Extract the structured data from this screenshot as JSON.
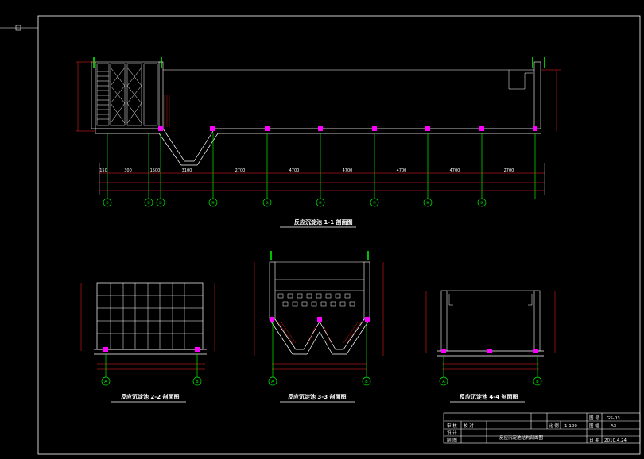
{
  "sections": {
    "s11": {
      "title": "反应沉淀池 1-1 剖面图"
    },
    "s22": {
      "title": "反应沉淀池 2-2 剖面图"
    },
    "s33": {
      "title": "反应沉淀池 3-3 剖面图"
    },
    "s44": {
      "title": "反应沉淀池 4-4 剖面图"
    }
  },
  "axes_11": [
    "①",
    "②",
    "③",
    "④",
    "⑤",
    "⑥",
    "⑦",
    "⑧",
    "⑨"
  ],
  "axes_22": [
    "A",
    "B"
  ],
  "axes_33": [
    "A",
    "B"
  ],
  "axes_44": [
    "A",
    "B"
  ],
  "dims_11": [
    "150",
    "300",
    "1500",
    "3100",
    "2700",
    "4700",
    "4700",
    "4700",
    "4700",
    "2700"
  ],
  "titleblock": {
    "scale_label": "比 例",
    "scale_value": "1:100",
    "drawing_name": "反应沉淀池结构剖面图",
    "no_label": "图 号",
    "no_value": "GS-03",
    "sheet_label": "图 幅",
    "sheet_value": "A3",
    "date_label": "日 期",
    "date_value": "2010.4.24",
    "r1": "审 核",
    "r2": "校 对",
    "r3": "设 计",
    "r4": "制 图"
  },
  "colors": {
    "line": "#ffffff",
    "red": "#ff2222",
    "green": "#00ee00",
    "magenta": "#ff00ff",
    "cyan": "#00ffff",
    "yellow": "#ffff00"
  }
}
